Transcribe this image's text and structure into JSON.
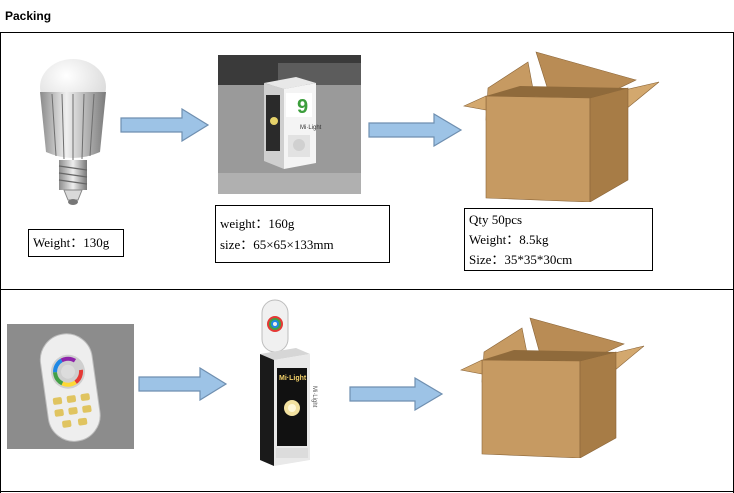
{
  "section": {
    "title": "Packing"
  },
  "row1": {
    "bulb_label": "Weight：130g",
    "retail_box_label": [
      "weight：160g",
      "size：65×65×133mm"
    ],
    "carton_label": [
      "Qty 50pcs",
      "Weight：8.5kg",
      "Size：35*35*30cm"
    ],
    "retail_box_print": {
      "number": "9",
      "brand": "Mi·Light"
    }
  },
  "row2": {
    "remote_box_print": {
      "brand": "Mi·Light",
      "side": "Mi·Light"
    }
  },
  "colors": {
    "arrow_fill": "#9dc3e6",
    "arrow_stroke": "#6f8fb0",
    "carton": "#c69a62"
  }
}
